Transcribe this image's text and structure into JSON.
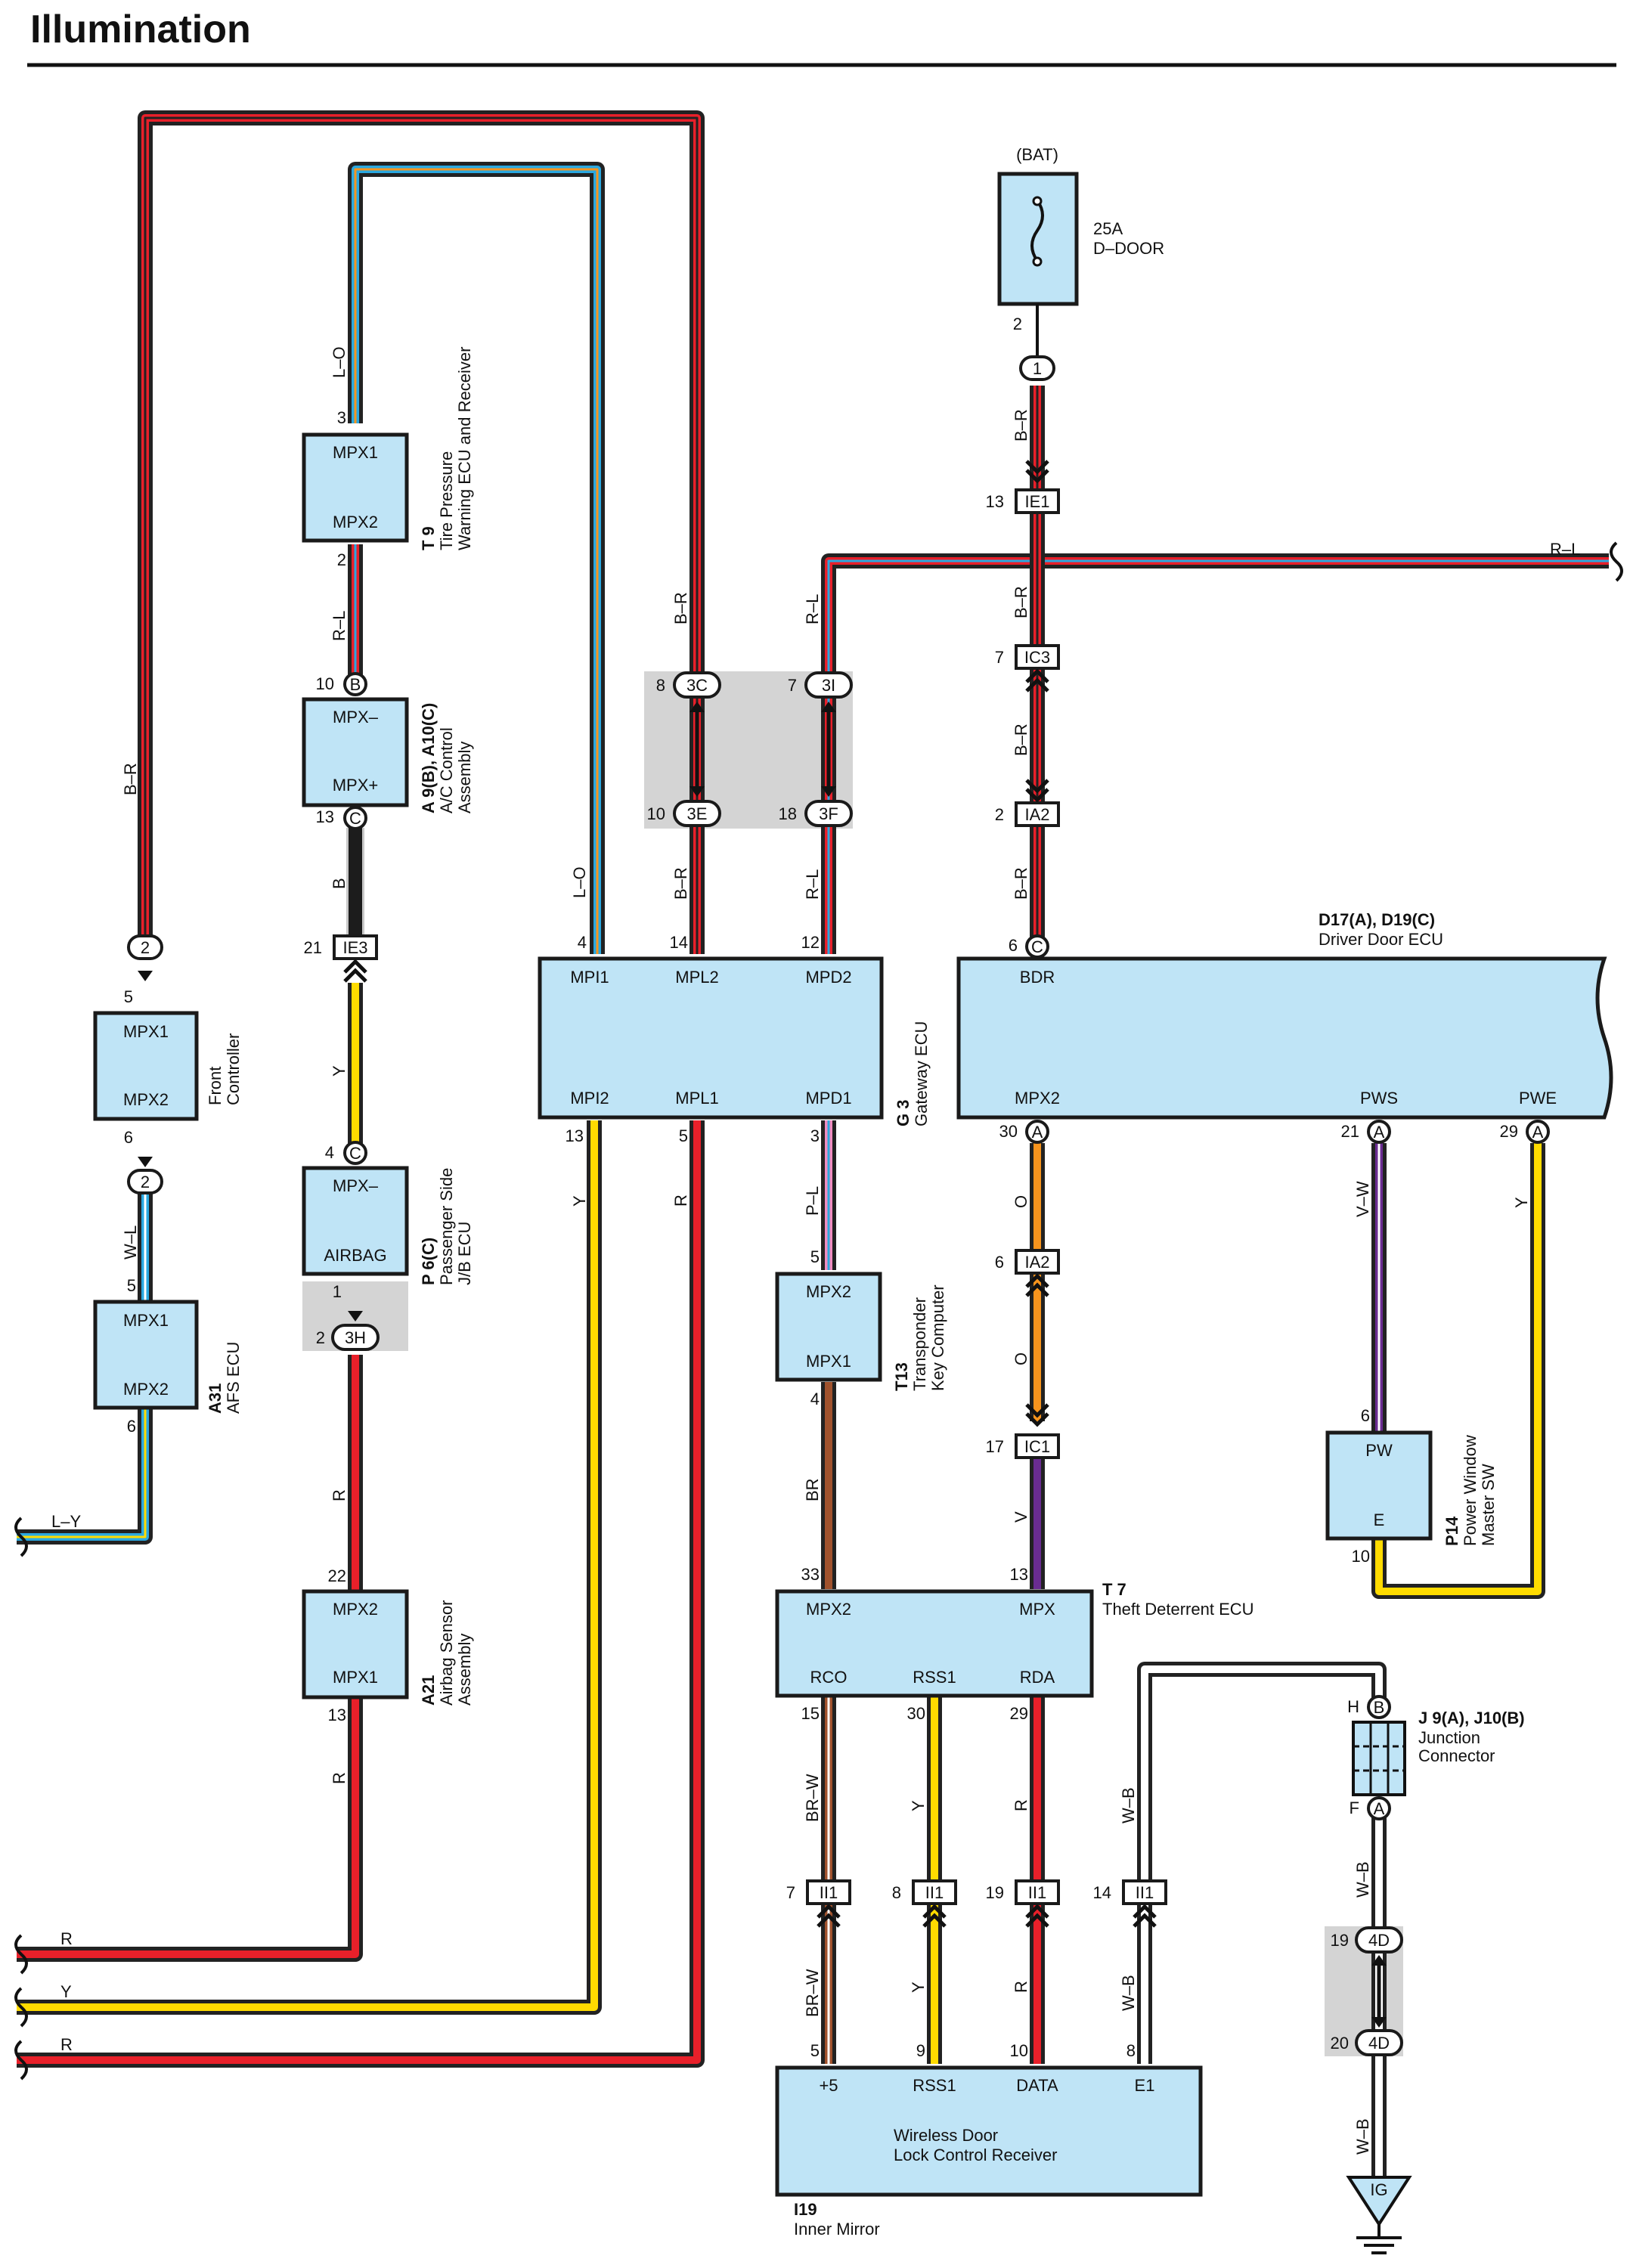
{
  "title": "Illumination",
  "components": {
    "fuse": {
      "supply": "(BAT)",
      "rating": "25A",
      "name": "D–DOOR",
      "pin": "2"
    },
    "tire_pressure": {
      "code": "T 9",
      "name": "Tire Pressure Warning ECU and Receiver",
      "name_l1": "Tire Pressure",
      "name_l2": "Warning ECU and Receiver",
      "t1": "MPX1",
      "t2": "MPX2",
      "p1": "3",
      "p2": "2"
    },
    "ac_control": {
      "code": "A 9(B), A10(C)",
      "name_l1": "A/C Control",
      "name_l2": "Assembly",
      "t1": "MPX–",
      "t2": "MPX+",
      "p1": "10",
      "p2": "13",
      "c1": "B",
      "c2": "C"
    },
    "front_controller": {
      "name_l1": "Front",
      "name_l2": "Controller",
      "t1": "MPX1",
      "t2": "MPX2",
      "p1": "5",
      "p2": "6"
    },
    "afs_ecu": {
      "code": "A31",
      "name": "AFS ECU",
      "t1": "MPX1",
      "t2": "MPX2",
      "p1": "5",
      "p2": "6"
    },
    "passenger_jb": {
      "code": "P 6(C)",
      "name_l1": "Passenger Side",
      "name_l2": "J/B ECU",
      "t1": "MPX–",
      "t2": "AIRBAG",
      "p1": "4",
      "c1": "C",
      "p2": "1"
    },
    "airbag_sensor": {
      "code": "A21",
      "name_l1": "Airbag Sensor",
      "name_l2": "Assembly",
      "t1": "MPX2",
      "t2": "MPX1",
      "p1": "22",
      "p2": "13"
    },
    "gateway": {
      "code": "G 3",
      "name": "Gateway ECU",
      "top": [
        "MPI1",
        "MPL2",
        "MPD2"
      ],
      "bottom": [
        "MPI2",
        "MPL1",
        "MPD1"
      ],
      "top_pins": [
        "4",
        "14",
        "12"
      ],
      "bottom_pins": [
        "13",
        "5",
        "3"
      ]
    },
    "transponder": {
      "code": "T13",
      "name_l1": "Transponder",
      "name_l2": "Key Computer",
      "t1": "MPX2",
      "t2": "MPX1",
      "p1": "5",
      "p2": "4"
    },
    "driver_door": {
      "code": "D17(A), D19(C)",
      "name": "Driver Door ECU",
      "top": "BDR",
      "top_pin": "6",
      "top_conn": "C",
      "bottom": [
        "MPX2",
        "PWS",
        "PWE"
      ],
      "bottom_pins": [
        "30",
        "21",
        "29"
      ],
      "bottom_conn": [
        "A",
        "A",
        "A"
      ]
    },
    "pw_master": {
      "code": "P14",
      "name_l1": "Power Window",
      "name_l2": "Master SW",
      "t1": "PW",
      "t2": "E",
      "p1": "6",
      "p2": "10"
    },
    "theft": {
      "code": "T 7",
      "name": "Theft Deterrent ECU",
      "top": [
        "MPX2",
        "MPX"
      ],
      "top_pins": [
        "33",
        "13"
      ],
      "bottom": [
        "RCO",
        "RSS1",
        "RDA"
      ],
      "bottom_pins": [
        "15",
        "30",
        "29"
      ]
    },
    "junction": {
      "code": "J 9(A), J10(B)",
      "name_l1": "Junction",
      "name_l2": "Connector",
      "top_pin": "H",
      "top_conn": "B",
      "bot_pin": "F",
      "bot_conn": "A"
    },
    "wireless": {
      "code": "I19",
      "name": "Inner Mirror",
      "inner_l1": "Wireless Door",
      "inner_l2": "Lock Control Receiver",
      "terms": [
        "+5",
        "RSS1",
        "DATA",
        "E1"
      ],
      "pins": [
        "5",
        "9",
        "10",
        "8"
      ]
    },
    "ground": {
      "label": "IG"
    }
  },
  "connectors": {
    "IE1": {
      "name": "IE1",
      "pin": "13"
    },
    "IC3": {
      "name": "IC3",
      "pin": "7"
    },
    "IA2a": {
      "name": "IA2",
      "pin": "2"
    },
    "IA2b": {
      "name": "IA2",
      "pin": "6"
    },
    "IC1": {
      "name": "IC1",
      "pin": "17"
    },
    "IE3": {
      "name": "IE3",
      "pin": "21"
    },
    "II1": {
      "name": "II1",
      "pins": [
        "7",
        "8",
        "19",
        "14"
      ]
    },
    "round": {
      "c1": "1",
      "c2a": "2",
      "c2b": "2",
      "c3c": "3C",
      "c3i": "3I",
      "c3e": "3E",
      "c3f": "3F",
      "c3h": "3H",
      "c4d": "4D"
    },
    "round_pins": {
      "p3c": "8",
      "p3i": "7",
      "p3e": "10",
      "p3f": "18",
      "p3h": "2",
      "p4da": "19",
      "p4db": "20"
    }
  },
  "wires": {
    "BR": "B–R",
    "RL": "R–L",
    "LO": "L–O",
    "WL": "W–L",
    "LY": "L–Y",
    "B": "B",
    "Y": "Y",
    "R": "R",
    "PL": "P–L",
    "BRN": "BR",
    "O": "O",
    "V": "V",
    "VW": "V–W",
    "BRW": "BR–W",
    "WB": "W–B"
  },
  "colors": {
    "red": "#e8202a",
    "yellow": "#ffdb00",
    "blue": "#2aa8e0",
    "orange": "#f7941d",
    "brown": "#a0522d",
    "purple": "#6a2c91",
    "pink": "#f08cc0",
    "black": "#1a1a1a",
    "box": "#bfe4f6"
  }
}
